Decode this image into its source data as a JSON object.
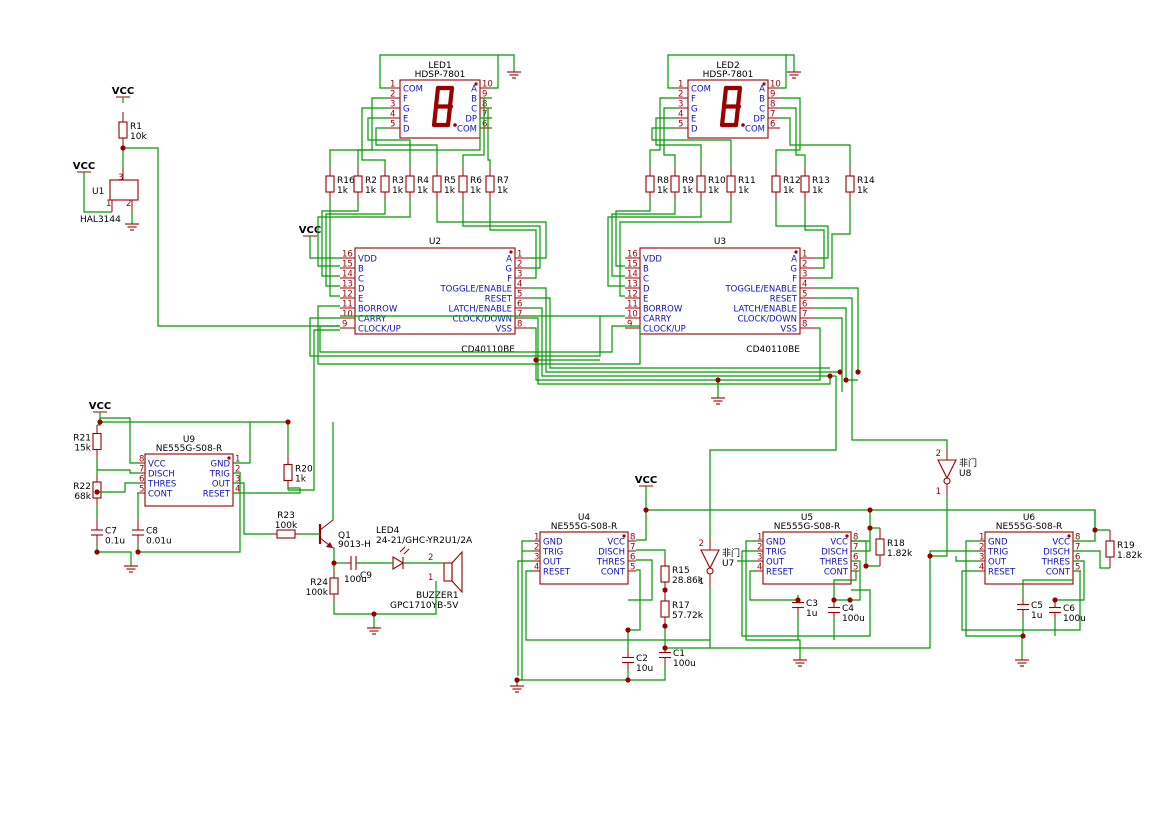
{
  "power_labels": {
    "vcc": "VCC"
  },
  "components": {
    "led1": {
      "ref": "LED1",
      "value": "HDSP-7801",
      "left_pins": [
        "COM",
        "F",
        "G",
        "E",
        "D"
      ],
      "left_nums": [
        "1",
        "2",
        "3",
        "4",
        "5"
      ],
      "right_pins": [
        "A",
        "B",
        "C",
        "DP",
        "COM"
      ],
      "right_nums": [
        "10",
        "9",
        "8",
        "7",
        "6"
      ]
    },
    "led2": {
      "ref": "LED2",
      "value": "HDSP-7801",
      "left_pins": [
        "COM",
        "F",
        "G",
        "E",
        "D"
      ],
      "left_nums": [
        "1",
        "2",
        "3",
        "4",
        "5"
      ],
      "right_pins": [
        "A",
        "B",
        "C",
        "DP",
        "COM"
      ],
      "right_nums": [
        "10",
        "9",
        "8",
        "7",
        "6"
      ]
    },
    "u2": {
      "ref": "U2",
      "value": "CD40110BE",
      "left_pins": [
        "VDD",
        "B",
        "C",
        "D",
        "E",
        "BORROW",
        "CARRY",
        "CLOCK/UP"
      ],
      "left_nums": [
        "16",
        "15",
        "14",
        "13",
        "12",
        "11",
        "10",
        "9"
      ],
      "right_pins": [
        "A",
        "G",
        "F",
        "TOGGLE/ENABLE",
        "RESET",
        "LATCH/ENABLE",
        "CLOCK/DOWN",
        "VSS"
      ],
      "right_nums": [
        "1",
        "2",
        "3",
        "4",
        "5",
        "6",
        "7",
        "8"
      ]
    },
    "u3": {
      "ref": "U3",
      "value": "CD40110BE",
      "left_pins": [
        "VDD",
        "B",
        "C",
        "D",
        "E",
        "BORROW",
        "CARRY",
        "CLOCK/UP"
      ],
      "left_nums": [
        "16",
        "15",
        "14",
        "13",
        "12",
        "11",
        "10",
        "9"
      ],
      "right_pins": [
        "A",
        "G",
        "F",
        "TOGGLE/ENABLE",
        "RESET",
        "LATCH/ENABLE",
        "CLOCK/DOWN",
        "VSS"
      ],
      "right_nums": [
        "1",
        "2",
        "3",
        "4",
        "5",
        "6",
        "7",
        "8"
      ]
    },
    "timer_pins": {
      "left_pins": [
        "GND",
        "TRIG",
        "OUT",
        "RESET"
      ],
      "left_nums": [
        "1",
        "2",
        "3",
        "4"
      ],
      "right_pins": [
        "VCC",
        "DISCH",
        "THRES",
        "CONT"
      ],
      "right_nums": [
        "8",
        "7",
        "6",
        "5"
      ]
    },
    "u9": {
      "ref": "U9",
      "value": "NE555G-S08-R",
      "left_pins": [
        "VCC",
        "DISCH",
        "THRES",
        "CONT"
      ],
      "left_nums": [
        "8",
        "7",
        "6",
        "5"
      ],
      "right_pins": [
        "GND",
        "TRIG",
        "OUT",
        "RESET"
      ],
      "right_nums": [
        "1",
        "2",
        "3",
        "4"
      ]
    },
    "u4": {
      "ref": "U4",
      "value": "NE555G-S08-R"
    },
    "u5": {
      "ref": "U5",
      "value": "NE555G-S08-R"
    },
    "u6": {
      "ref": "U6",
      "value": "NE555G-S08-R"
    },
    "u1": {
      "ref": "U1",
      "value": "HAL3144",
      "pins": [
        "3",
        "1",
        "2"
      ]
    },
    "u7": {
      "ref": "U7",
      "value": "非门",
      "pins": [
        "2",
        "1"
      ]
    },
    "u8": {
      "ref": "U8",
      "value": "非门",
      "pins": [
        "2",
        "1"
      ]
    },
    "q1": {
      "ref": "Q1",
      "value": "9013-H"
    },
    "led4": {
      "ref": "LED4",
      "value": "24-21/GHC-YR2U1/2A"
    },
    "buzzer": {
      "ref": "BUZZER1",
      "value": "GPC1710YB-5V",
      "pins": [
        "2",
        "1"
      ]
    },
    "resistors": {
      "r1": {
        "ref": "R1",
        "value": "10k"
      },
      "r16": {
        "ref": "R16",
        "value": "1k"
      },
      "r2": {
        "ref": "R2",
        "value": "1k"
      },
      "r3": {
        "ref": "R3",
        "value": "1k"
      },
      "r4": {
        "ref": "R4",
        "value": "1k"
      },
      "r5": {
        "ref": "R5",
        "value": "1k"
      },
      "r6": {
        "ref": "R6",
        "value": "1k"
      },
      "r7": {
        "ref": "R7",
        "value": "1k"
      },
      "r8": {
        "ref": "R8",
        "value": "1k"
      },
      "r9": {
        "ref": "R9",
        "value": "1k"
      },
      "r10": {
        "ref": "R10",
        "value": "1k"
      },
      "r11": {
        "ref": "R11",
        "value": "1k"
      },
      "r12": {
        "ref": "R12",
        "value": "1k"
      },
      "r13": {
        "ref": "R13",
        "value": "1k"
      },
      "r14": {
        "ref": "R14",
        "value": "1k"
      },
      "r15": {
        "ref": "R15",
        "value": "28.86k"
      },
      "r17": {
        "ref": "R17",
        "value": "57.72k"
      },
      "r18": {
        "ref": "R18",
        "value": "1.82k"
      },
      "r19": {
        "ref": "R19",
        "value": "1.82k"
      },
      "r20": {
        "ref": "R20",
        "value": "1k"
      },
      "r21": {
        "ref": "R21",
        "value": "15k"
      },
      "r22": {
        "ref": "R22",
        "value": "68k"
      },
      "r23": {
        "ref": "R23",
        "value": "100k"
      },
      "r24": {
        "ref": "R24",
        "value": "100k"
      }
    },
    "capacitors": {
      "c1": {
        "ref": "C1",
        "value": "100u"
      },
      "c2": {
        "ref": "C2",
        "value": "10u"
      },
      "c3": {
        "ref": "C3",
        "value": "1u"
      },
      "c4": {
        "ref": "C4",
        "value": "100u"
      },
      "c5": {
        "ref": "C5",
        "value": "1u"
      },
      "c6": {
        "ref": "C6",
        "value": "100u"
      },
      "c7": {
        "ref": "C7",
        "value": "0.1u"
      },
      "c8": {
        "ref": "C8",
        "value": "0.01u"
      },
      "c9": {
        "ref": "C9",
        "value": "100u"
      }
    }
  },
  "colors": {
    "wire": "#009a00",
    "body": "#990000",
    "pin_label": "#1010c0",
    "text": "#000000"
  }
}
